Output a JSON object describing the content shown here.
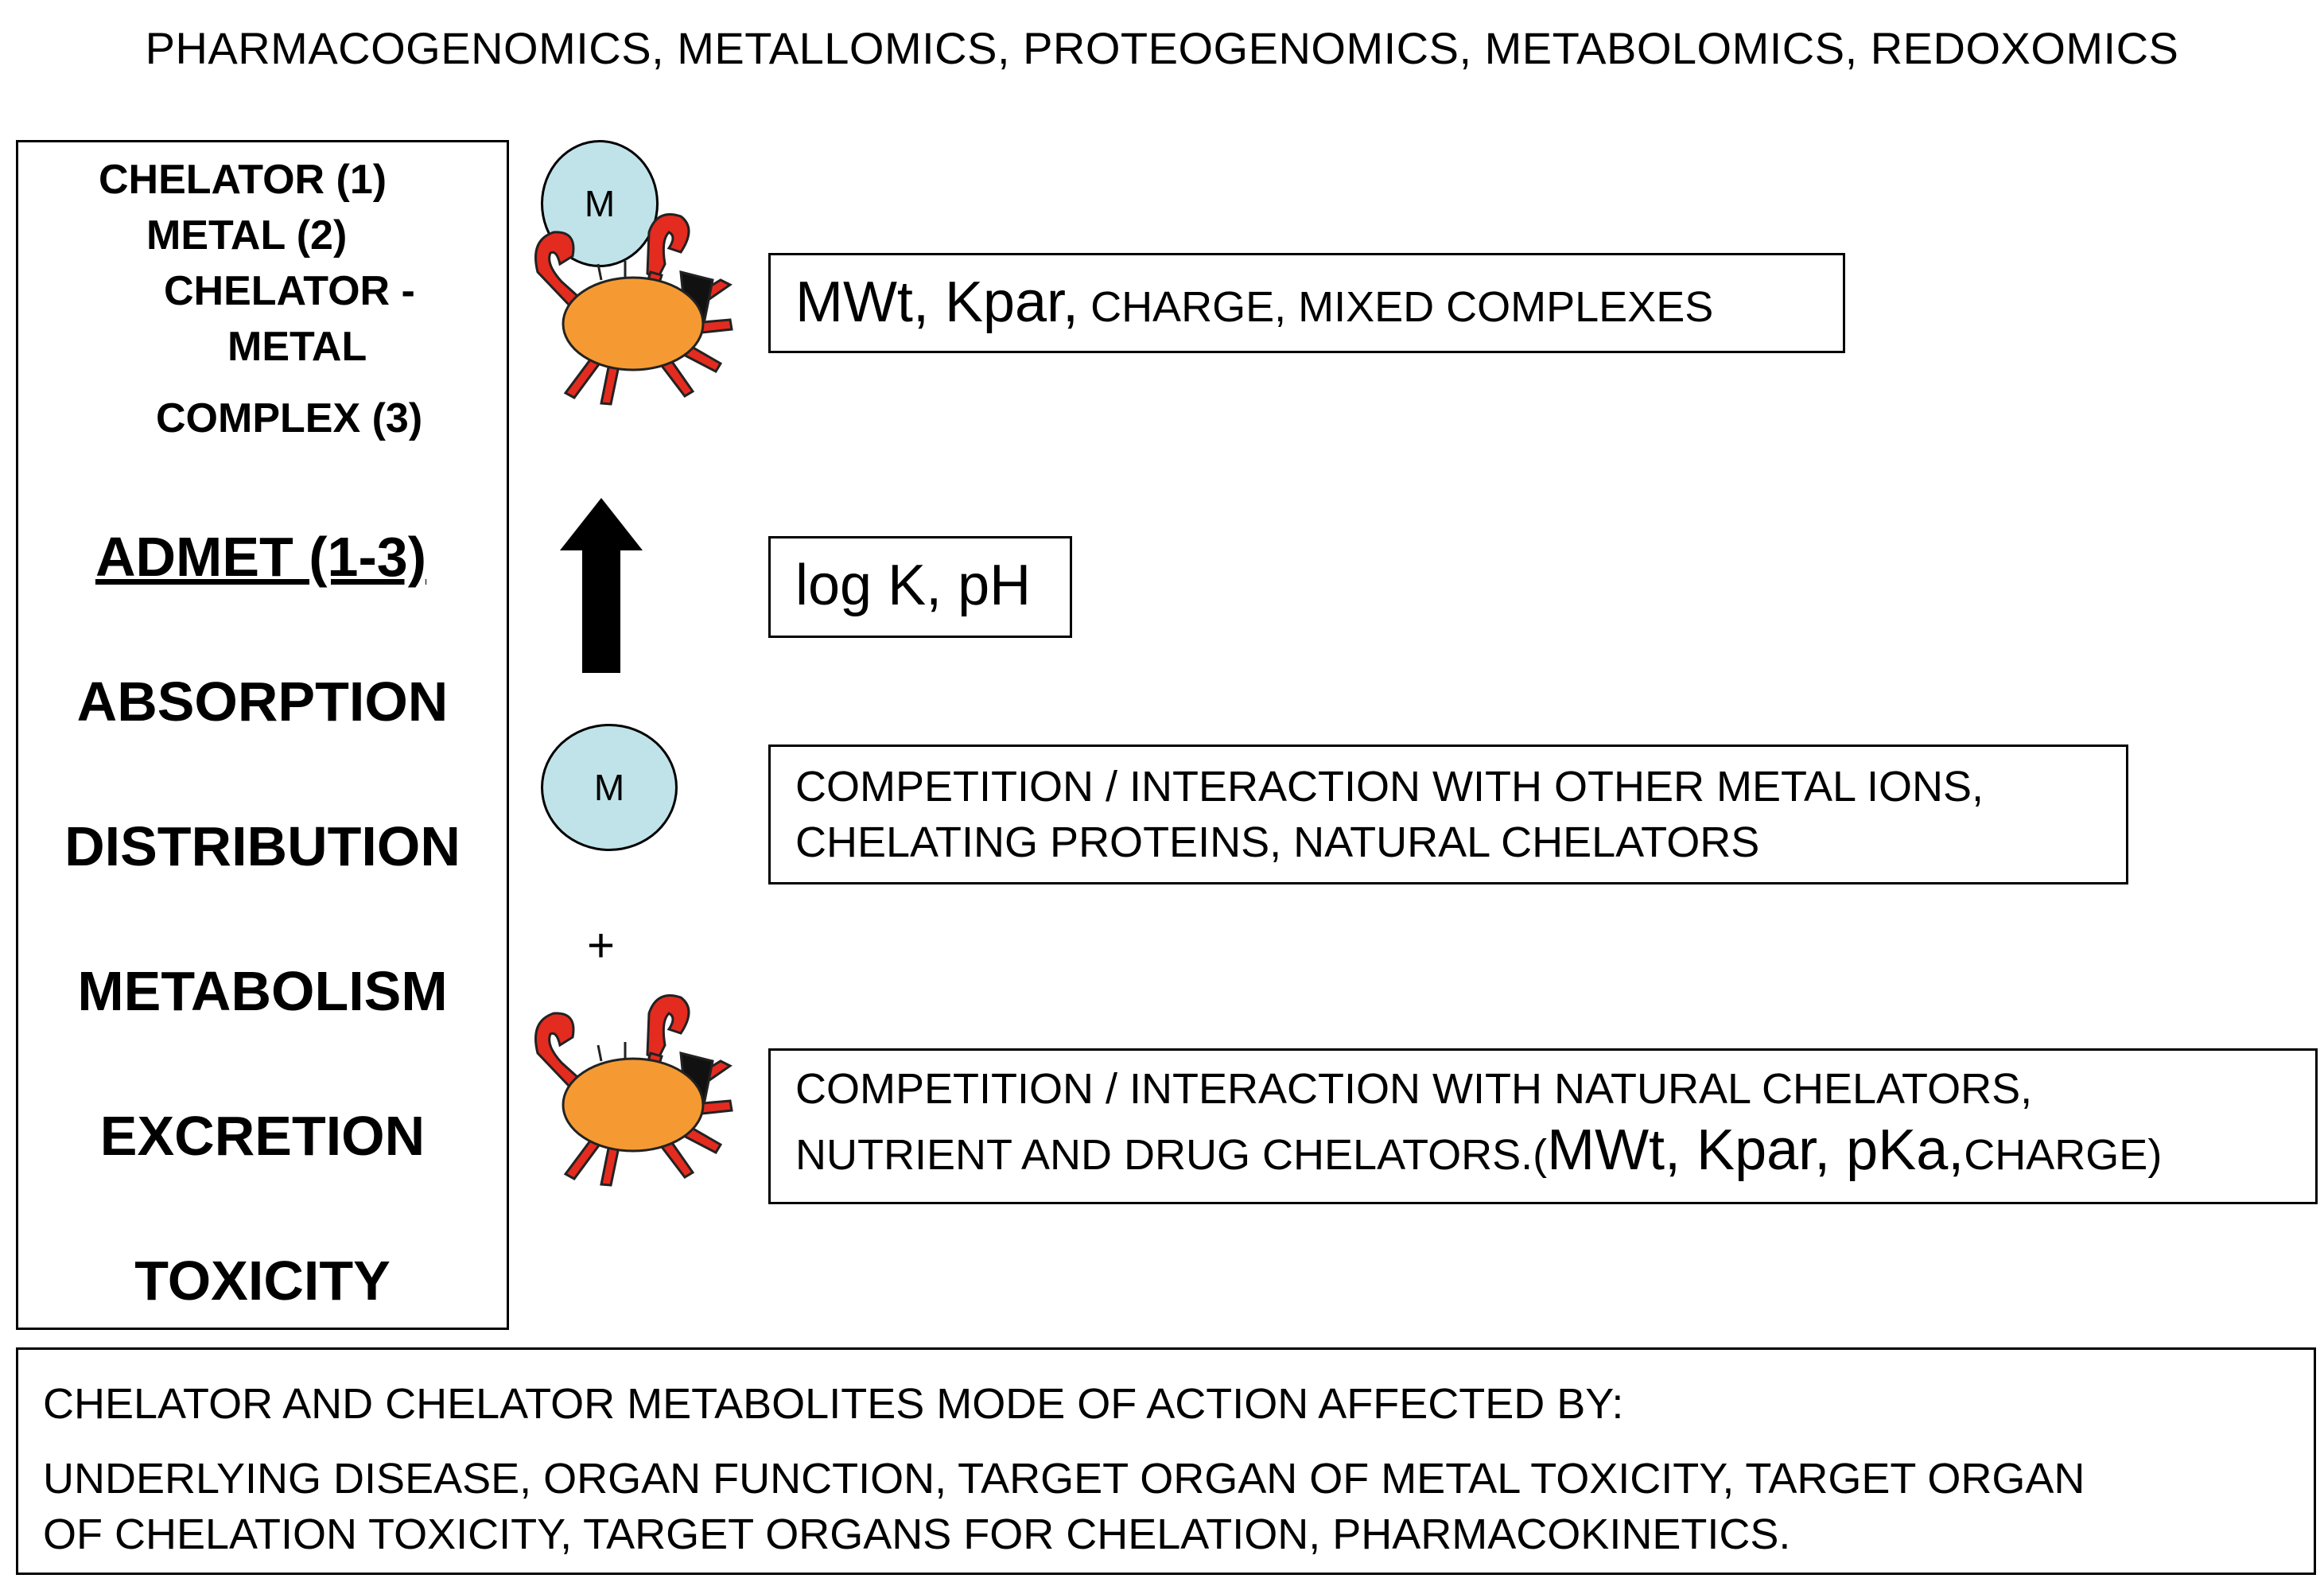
{
  "header": {
    "title": "PHARMACOGENOMICS, METALLOMICS, PROTEOGENOMICS, METABOLOMICS, REDOXOMICS"
  },
  "left_panel": {
    "chelator": "CHELATOR (1)",
    "metal": "METAL (2)",
    "complex_line1": "CHELATOR -",
    "complex_line2": "METAL",
    "complex_line3": "COMPLEX (3)",
    "admet": "ADMET (1-3)",
    "absorption": "ABSORPTION",
    "distribution": "DISTRIBUTION",
    "metabolism": "METABOLISM",
    "excretion": "EXCRETION",
    "toxicity": "TOXICITY"
  },
  "symbols": {
    "metal_top": "M",
    "metal_mid": "M",
    "plus": "+"
  },
  "boxes": {
    "complex_big": "MWt, Kpar,",
    "complex_small": " CHARGE, MIXED COMPLEXES",
    "stability": "log K, pH",
    "competition_line1": "COMPETITION / INTERACTION WITH OTHER METAL IONS,",
    "competition_line2": "CHELATING PROTEINS, NATURAL CHELATORS",
    "chelator_line1": "COMPETITION / INTERACTION WITH NATURAL CHELATORS,",
    "chelator_line2_small": "NUTRIENT AND DRUG CHELATORS.(",
    "chelator_line2_big": "MWt, Kpar, pKa,",
    "chelator_line2_end": "CHARGE)"
  },
  "footer": {
    "line1": "CHELATOR AND CHELATOR METABOLITES MODE OF ACTION AFFECTED BY:",
    "line2": "UNDERLYING DISEASE, ORGAN FUNCTION, TARGET ORGAN OF METAL TOXICITY, TARGET ORGAN",
    "line3": "OF CHELATION TOXICITY,  TARGET ORGANS FOR CHELATION, PHARMACOKINETICS."
  },
  "colors": {
    "crab_body": "#f59a32",
    "crab_red": "#e42b1f",
    "metal_fill": "#bfe3e8"
  },
  "icons": [
    "crab-icon",
    "up-arrow-icon"
  ]
}
